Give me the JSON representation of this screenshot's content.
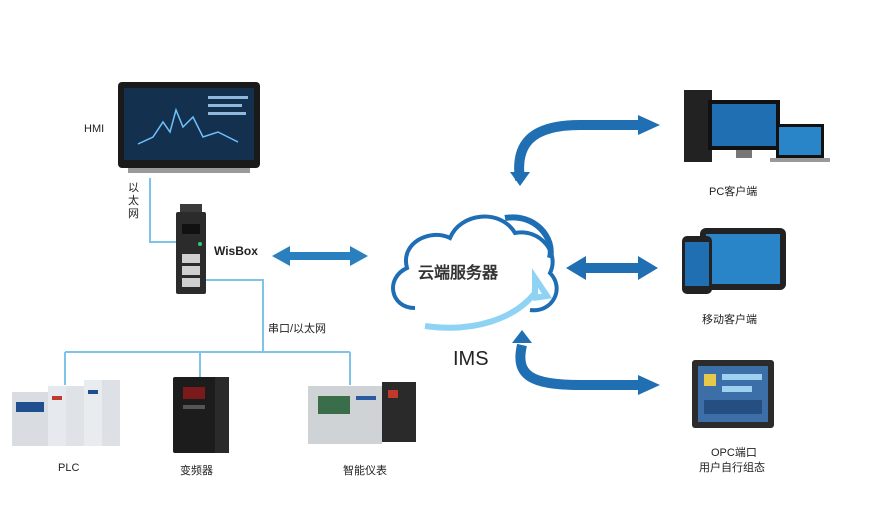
{
  "labels": {
    "hmi": "HMI",
    "ethernet_vertical": "以太网",
    "wisbox": "WisBox",
    "serial_ethernet": "串口/以太网",
    "plc": "PLC",
    "inverter": "变频器",
    "smart_meter": "智能仪表",
    "cloud": "云端服务器",
    "ims": "IMS",
    "pc_client": "PC客户端",
    "mobile_client": "移动客户端",
    "opc_line1": "OPC端口",
    "opc_line2": "用户自行组态"
  },
  "colors": {
    "line": "#7ec4e8",
    "arrow": "#1f6fb2",
    "cloud_stroke": "#1e6eb5",
    "screen": "#1b4f8a"
  }
}
